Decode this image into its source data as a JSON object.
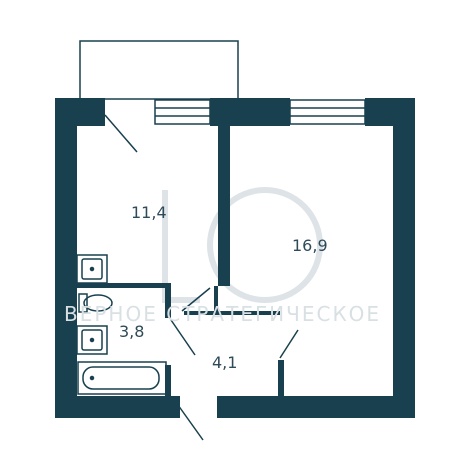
{
  "colors": {
    "wall": "#18404f",
    "line": "#18404f",
    "watermark": "#d9e0e4",
    "label": "#2f4a58"
  },
  "rooms": [
    {
      "id": "kitchen",
      "area": "11,4"
    },
    {
      "id": "living-room",
      "area": "16,9"
    },
    {
      "id": "bathroom",
      "area": "3,8"
    },
    {
      "id": "hallway",
      "area": "4,1"
    }
  ],
  "watermark": {
    "text": "ВЕРНОЕ СТРАТЕГИЧЕСКОЕ"
  },
  "icons": [
    "kitchen-sink-icon",
    "toilet-icon",
    "bathroom-sink-icon",
    "bathtub-icon"
  ]
}
